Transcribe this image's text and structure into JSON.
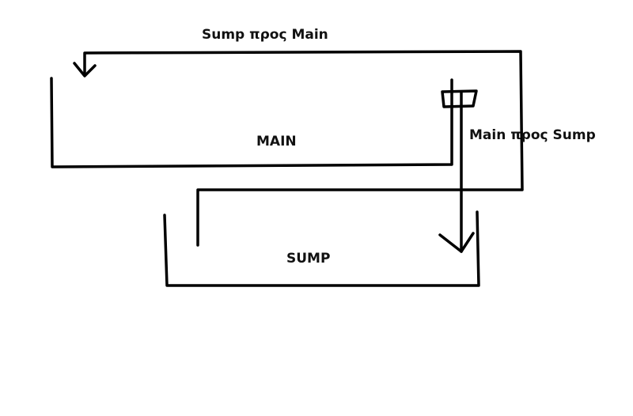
{
  "labels": {
    "sump_to_main": "Sump προς Main",
    "main": "MAIN",
    "main_to_sump": "Main προς Sump",
    "sump": "SUMP"
  },
  "colors": {
    "stroke": "#000000",
    "text": "#111111",
    "background": "#ffffff"
  }
}
